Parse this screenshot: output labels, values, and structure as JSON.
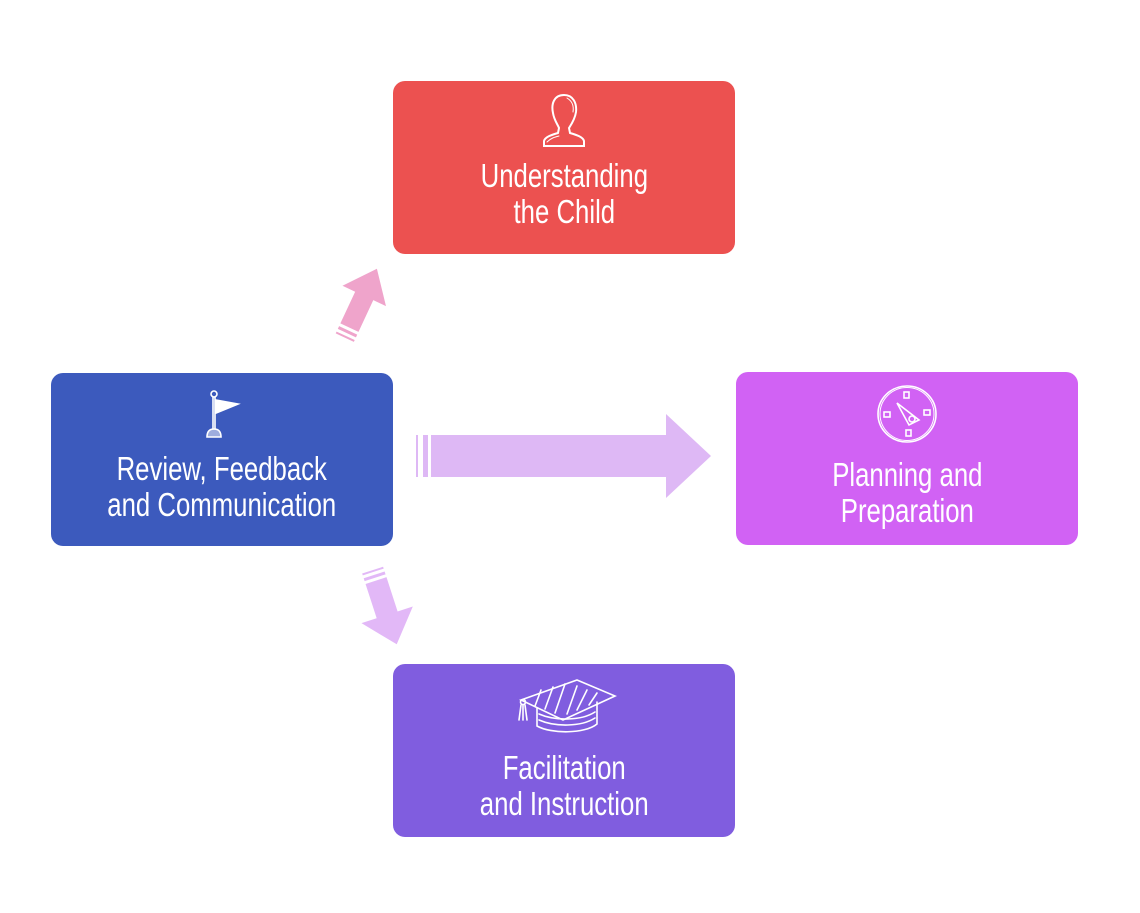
{
  "diagram": {
    "type": "cycle",
    "nodes": [
      {
        "id": "understanding",
        "label_line1": "Understanding",
        "label_line2": "the Child",
        "icon": "person-icon",
        "color": "#ec5150"
      },
      {
        "id": "planning",
        "label_line1": "Planning and",
        "label_line2": "Preparation",
        "icon": "compass-icon",
        "color": "#d162f4"
      },
      {
        "id": "facilitation",
        "label_line1": "Facilitation",
        "label_line2": "and Instruction",
        "icon": "graduation-cap-icon",
        "color": "#805ddf"
      },
      {
        "id": "review",
        "label_line1": "Review, Feedback",
        "label_line2": "and Communication",
        "icon": "flag-icon",
        "color": "#3c5abd"
      }
    ],
    "arrows": [
      {
        "from": "review",
        "to": "understanding",
        "direction": "up-right",
        "color": "#efa4cb"
      },
      {
        "from": "review",
        "to": "planning",
        "direction": "right",
        "color": "#deb8f5"
      },
      {
        "from": "review",
        "to": "facilitation",
        "direction": "down-right",
        "color": "#e2b8f7"
      }
    ]
  }
}
